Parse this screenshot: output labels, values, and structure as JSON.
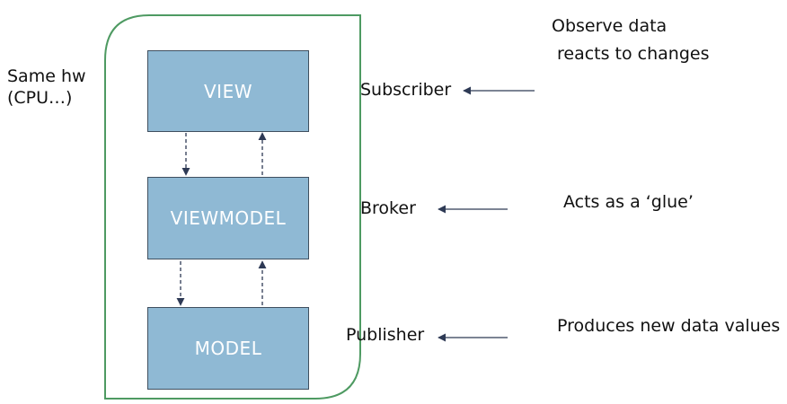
{
  "colors": {
    "container_border": "#4e9a62",
    "box_fill": "#8fb9d4",
    "box_border": "#3f4f5f",
    "arrow": "#2e3a55"
  },
  "container_label": {
    "line1": "Same hw",
    "line2": "(CPU…)"
  },
  "layers": {
    "view": "VIEW",
    "viewmodel": "VIEWMODEL",
    "model": "MODEL"
  },
  "roles": {
    "view": "Subscriber",
    "viewmodel": "Broker",
    "model": "Publisher"
  },
  "descriptions": {
    "view_line1": "Observe data",
    "view_line2": "reacts to changes",
    "viewmodel": "Acts as a ‘glue’",
    "model": "Produces new data values"
  }
}
